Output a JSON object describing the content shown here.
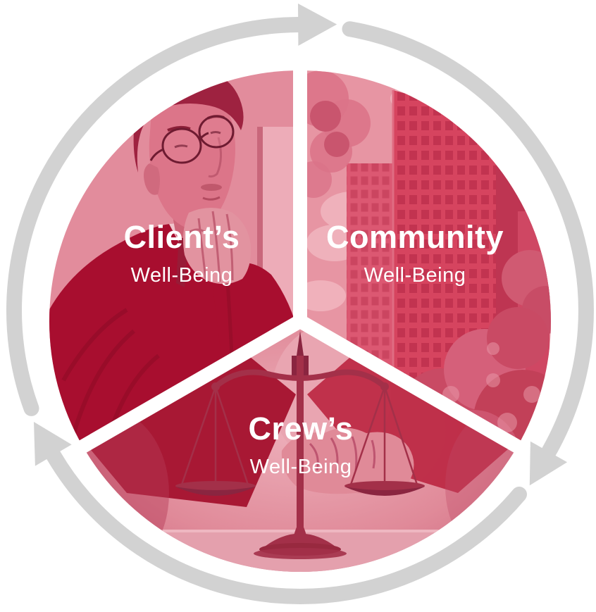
{
  "cycle_diagram": {
    "type": "three-segment-cycle",
    "direction": "clockwise",
    "arrow_count": 3,
    "segments": [
      {
        "id": "clients",
        "title": "Client’s",
        "subtitle": "Well-Being",
        "photo": "man-with-round-glasses-thinking"
      },
      {
        "id": "community",
        "title": "Community",
        "subtitle": "Well-Being",
        "photo": "city-skyscrapers-and-trees"
      },
      {
        "id": "crews",
        "title": "Crew’s",
        "subtitle": "Well-Being",
        "photo": "scales-of-justice-with-clasped-hands"
      }
    ],
    "colors": {
      "background": "#FFFFFF",
      "arrow_gray": "#D2D2D2",
      "label_text": "#FFFFFF",
      "overlay_red_dark": "#A80E2F",
      "overlay_red_mid": "#D6445F",
      "overlay_pink_light": "#E795A3"
    }
  }
}
